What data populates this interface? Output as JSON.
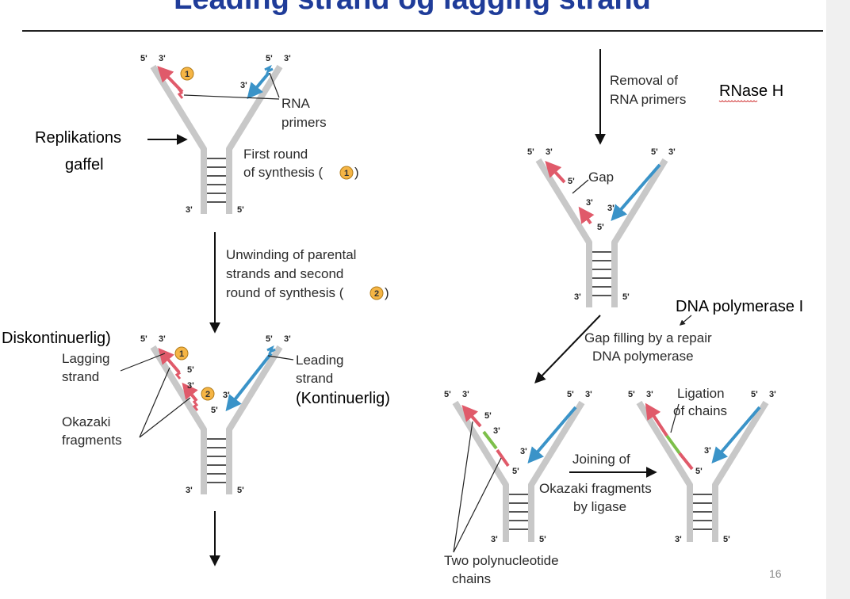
{
  "title": "Leading strand og lagging strand",
  "page_number": "16",
  "end_labels": {
    "five": "5'",
    "three": "3'"
  },
  "circle_numbers": {
    "one": "1",
    "two": "2"
  },
  "panel1": {
    "primers_label": [
      "RNA",
      "primers"
    ],
    "fork_label": [
      "Replikations",
      "gaffel"
    ],
    "first_round_label": [
      "First round",
      "of synthesis ("
    ],
    "first_round_close": ")"
  },
  "step_unwinding": {
    "lines": [
      "Unwinding of parental",
      "strands and second",
      "round of synthesis ("
    ],
    "close": ")"
  },
  "panel2": {
    "diskontinuerlig_label": "Diskontinuerlig)",
    "lagging_label": [
      "Lagging",
      "strand"
    ],
    "leading_label": [
      "Leading",
      "strand"
    ],
    "kontinuerlig_label": "(Kontinuerlig)",
    "okazaki_label": [
      "Okazaki",
      "fragments"
    ]
  },
  "step_removal": {
    "lines": [
      "Removal of",
      "RNA primers"
    ],
    "enzyme": "RNase H"
  },
  "panel3": {
    "gap_label": "Gap"
  },
  "step_gap_fill": {
    "enzyme": "DNA polymerase I",
    "lines": [
      "Gap filling by a repair",
      "DNA polymerase"
    ]
  },
  "panel4": {
    "chains_label": [
      "Two polynucleotide",
      "chains"
    ]
  },
  "step_joining": {
    "lines": [
      "Joining of",
      "Okazaki fragments",
      "by ligase"
    ]
  },
  "panel5": {
    "ligation_label": [
      "Ligation",
      "of chains"
    ]
  },
  "colors": {
    "title": "#1f3c99",
    "template": "#c8c8c8",
    "rna_primer": "#e05a6a",
    "lagging": "#e05a6a",
    "leading": "#3a93c8",
    "repair": "#7dbf4a",
    "badge": "#f5b545",
    "arrow": "#111111"
  }
}
